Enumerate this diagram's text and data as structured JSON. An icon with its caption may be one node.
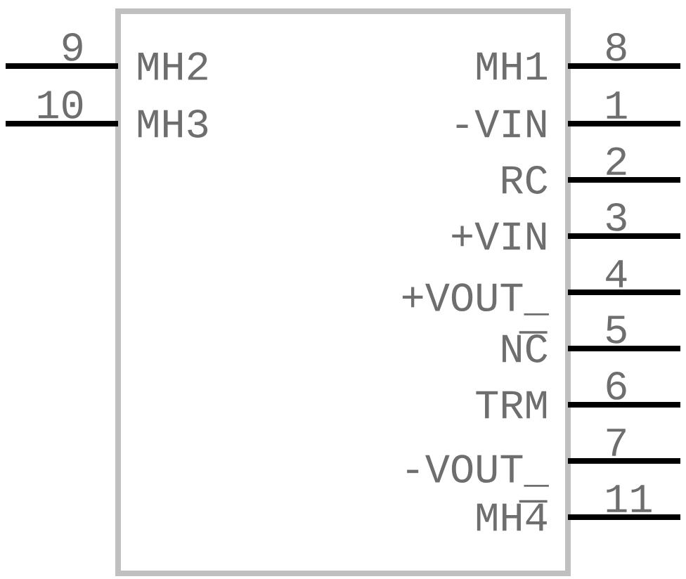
{
  "diagram": {
    "labels": [
      "9",
      "MH2",
      "MH1",
      "8",
      "10",
      "MH3",
      "-VIN",
      "1",
      "RC",
      "2",
      "+VIN",
      "3",
      "+VOUT_",
      "4",
      "NC",
      "5",
      "TRM",
      "6",
      "-VOUT_",
      "7",
      "MH4",
      "11"
    ]
  }
}
